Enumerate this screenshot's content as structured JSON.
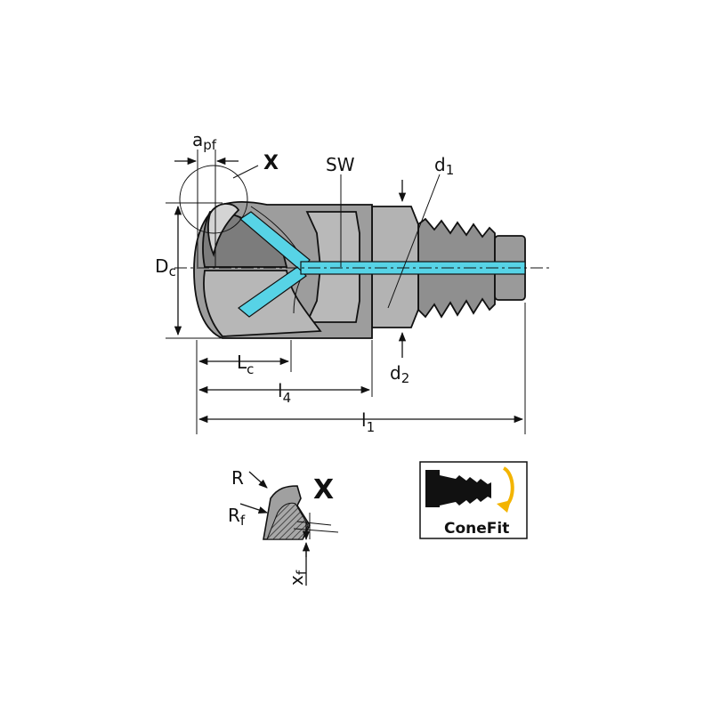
{
  "colors": {
    "tool_body": "#9d9d9d",
    "tool_body_light": "#bcbcbc",
    "tool_body_dark": "#6f6f6f",
    "coolant": "#57d3e6",
    "conefit_arrow": "#f3b400",
    "line": "#111111"
  },
  "labels": {
    "apf": {
      "main": "a",
      "sub": "pf"
    },
    "x_top": "X",
    "sw": "SW",
    "d1": {
      "main": "d",
      "sub": "1"
    },
    "dc": {
      "main": "D",
      "sub": "c"
    },
    "lc": {
      "main": "L",
      "sub": "c"
    },
    "l4": {
      "main": "l",
      "sub": "4"
    },
    "l1": {
      "main": "l",
      "sub": "1"
    },
    "d2": {
      "main": "d",
      "sub": "2"
    },
    "detail_x": "X",
    "r": "R",
    "rf": {
      "main": "R",
      "sub": "f"
    },
    "xf": {
      "main": "x",
      "sub": "f"
    }
  },
  "badge": {
    "label": "ConeFit",
    "icon": "conefit-icon"
  }
}
